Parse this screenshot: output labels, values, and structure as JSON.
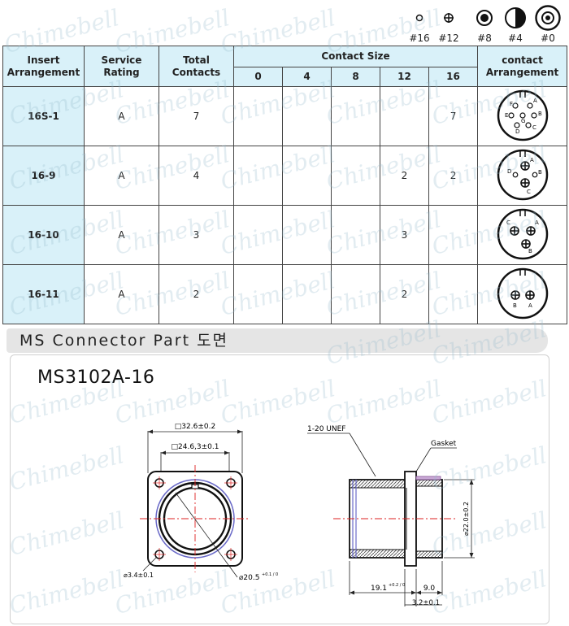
{
  "legend": [
    "#16",
    "#12",
    "#8",
    "#4",
    "#0"
  ],
  "table": {
    "headers": {
      "insert": "Insert\nArrangement",
      "service": "Service\nRating",
      "total": "Total\nContacts",
      "contact_size": "Contact Size",
      "contact_arr": "contact\nArrangement",
      "sizes": [
        "0",
        "4",
        "8",
        "12",
        "16"
      ]
    },
    "rows": [
      {
        "insert": "16S-1",
        "service": "A",
        "total": "7",
        "sizes": [
          "",
          "",
          "",
          "",
          "7"
        ],
        "letters": [
          "F",
          "A",
          "B",
          "G",
          "E",
          "D",
          "C"
        ]
      },
      {
        "insert": "16-9",
        "service": "A",
        "total": "4",
        "sizes": [
          "",
          "",
          "",
          "2",
          "2"
        ],
        "letters": [
          "A",
          "D",
          "B",
          "C"
        ]
      },
      {
        "insert": "16-10",
        "service": "A",
        "total": "3",
        "sizes": [
          "",
          "",
          "",
          "3",
          ""
        ],
        "letters": [
          "C",
          "A",
          "B"
        ]
      },
      {
        "insert": "16-11",
        "service": "A",
        "total": "2",
        "sizes": [
          "",
          "",
          "",
          "2",
          ""
        ],
        "letters": [
          "B",
          "A"
        ]
      }
    ]
  },
  "section_title": "MS Connector Part 도면",
  "part_name": "MS3102A-16",
  "dims": {
    "outer_square": "□32.6±0.2",
    "inner_square": "□24.6,3±0.1",
    "hole": "⌀3.4±0.1",
    "bore": "⌀20.5",
    "bore_tol": "+0.1 / 0",
    "thread": "1-20 UNEF",
    "gasket": "Gasket",
    "diameter": "⌀22.0±0.2",
    "length_main": "19.1",
    "length_main_tol": "+0.2 / 0",
    "length_flange": "9.0",
    "flange_thk": "3.2±0.1"
  },
  "watermark": "Chimebell",
  "colors": {
    "header_bg": "#d9f1f9",
    "centerline": "#dd2222",
    "thread": "#6a6ac8",
    "watermark": "#96b9cd"
  }
}
